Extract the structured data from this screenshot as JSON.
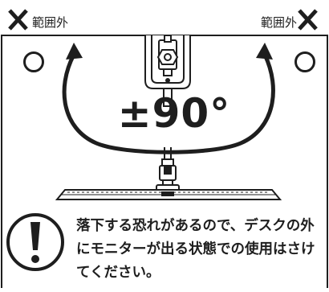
{
  "range": {
    "left_label": "範囲外",
    "right_label": "範囲外"
  },
  "rotation": {
    "angle_text": "±90°"
  },
  "warning": {
    "message": "落下する恐れがあるので、デスクの外にモニターが出る状態での使用はさけてください。"
  },
  "colors": {
    "ink": "#1e1e1e",
    "background": "#ffffff"
  },
  "icons": [
    "cross-mark-icon",
    "circle-ok-icon",
    "exclamation-warning-icon",
    "rotation-arrow-icon"
  ]
}
